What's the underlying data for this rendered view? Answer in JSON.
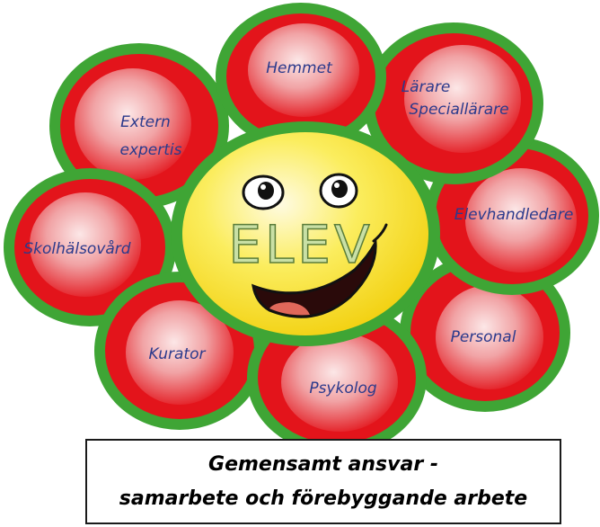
{
  "diagram": {
    "center": {
      "label": "ELEV"
    },
    "petals": [
      {
        "label_lines": [
          "Hemmet"
        ]
      },
      {
        "label_lines": [
          "Lärare",
          "Speciallärare"
        ]
      },
      {
        "label_lines": [
          "Elevhandledare"
        ]
      },
      {
        "label_lines": [
          "Personal"
        ]
      },
      {
        "label_lines": [
          "Psykolog"
        ]
      },
      {
        "label_lines": [
          "Kurator"
        ]
      },
      {
        "label_lines": [
          "Skolhälsovård"
        ]
      },
      {
        "label_lines": [
          "Extern",
          "expertis"
        ]
      }
    ]
  },
  "caption": {
    "line1": "Gemensamt ansvar -",
    "line2": "samarbete och förebyggande arbete"
  },
  "colors": {
    "petal_fill": "#e3141b",
    "petal_outline": "#3fa535",
    "center_fill": "#f7e225"
  }
}
